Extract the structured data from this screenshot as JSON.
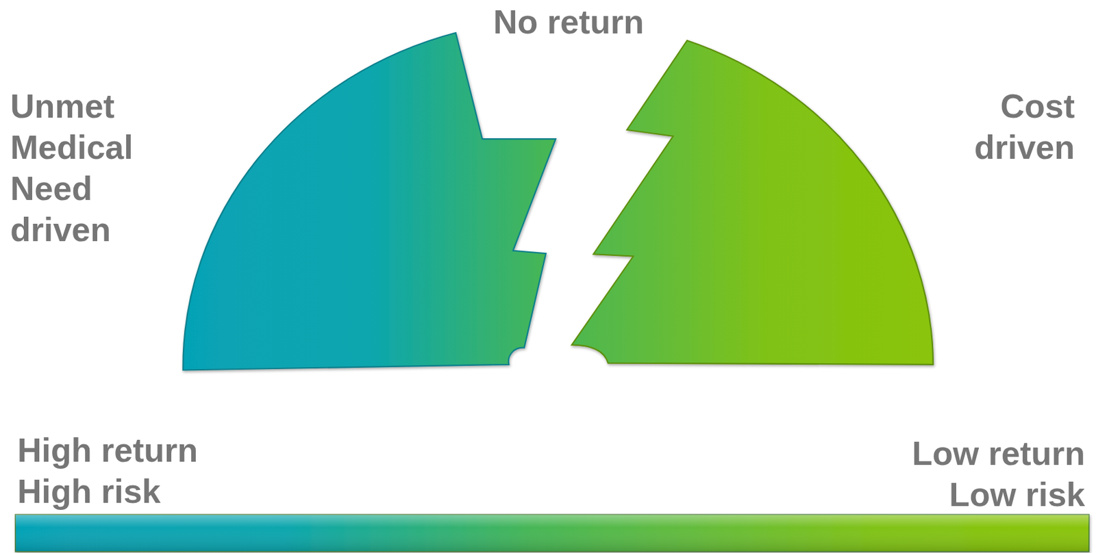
{
  "diagram": {
    "labels": [
      "No return",
      "Unmet Medical Need driven",
      "Cost driven",
      "High return High risk",
      "Low return Low risk"
    ]
  }
}
